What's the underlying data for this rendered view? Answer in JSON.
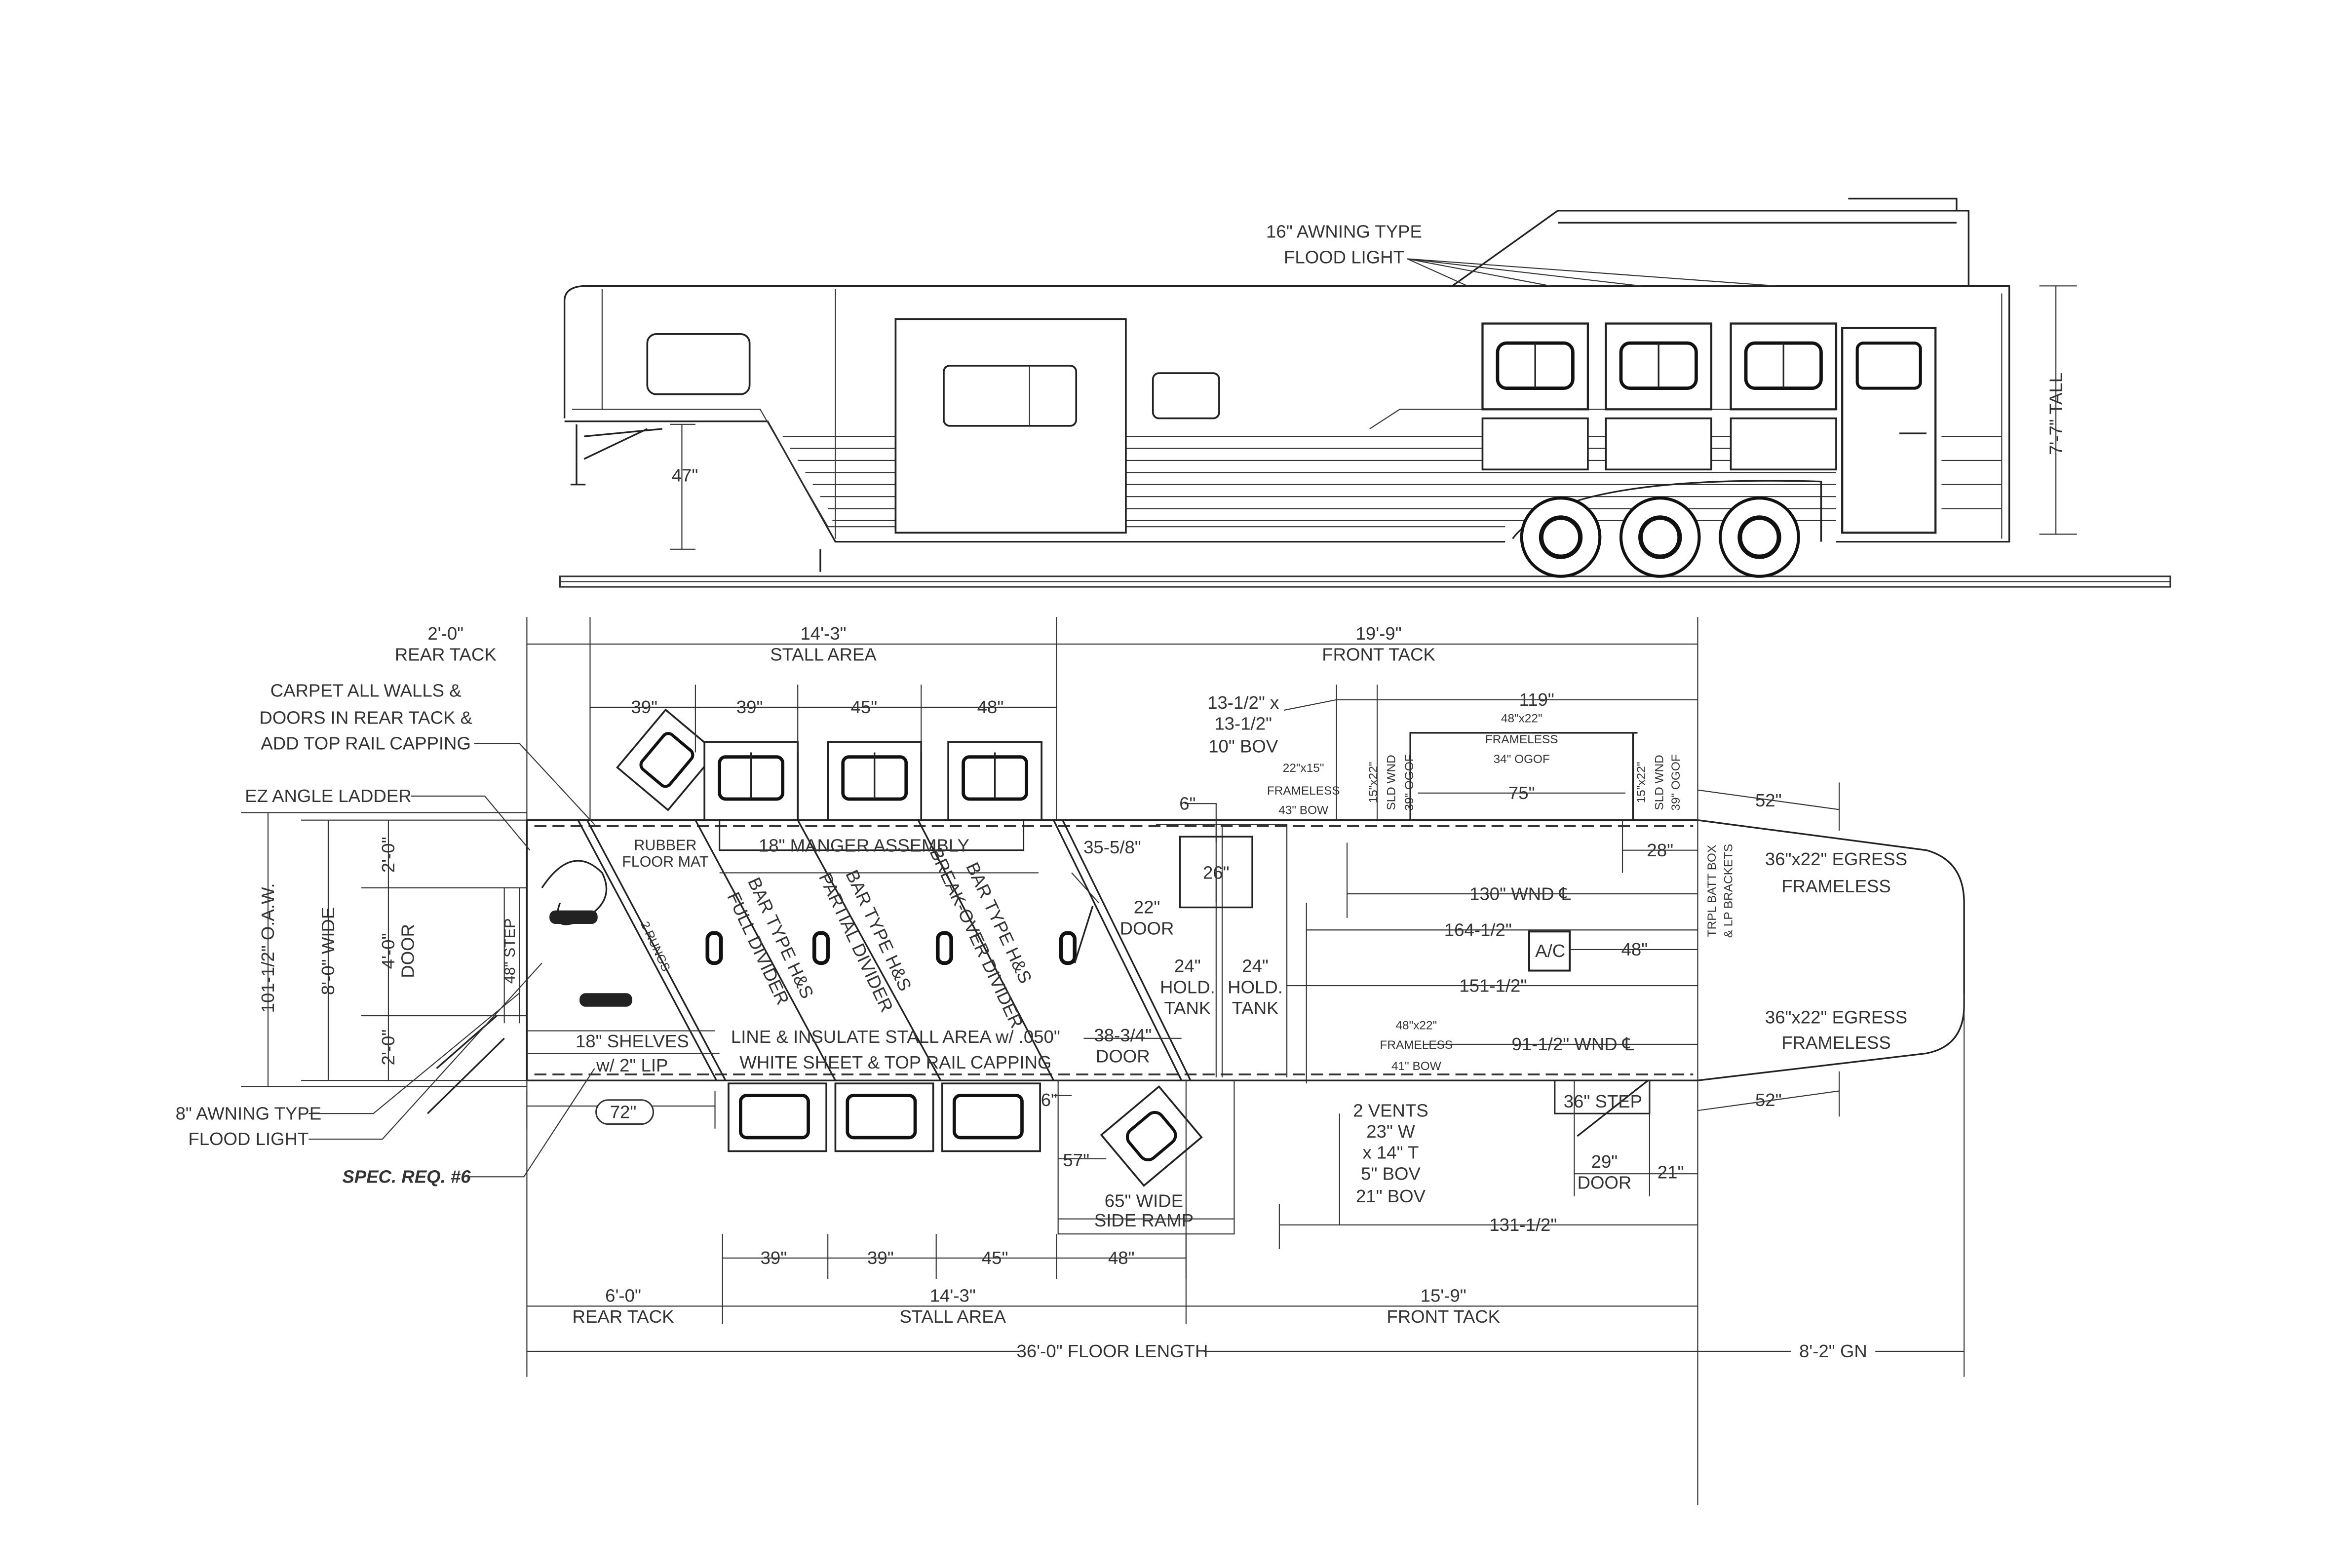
{
  "elevation": {
    "awning_light": [
      "16\" AWNING TYPE",
      "FLOOD LIGHT"
    ],
    "hitch_height": "47\"",
    "overall_height": "7'-7\" TALL"
  },
  "plan": {
    "top_sections": [
      {
        "size": "2'-0\"",
        "name": "REAR TACK"
      },
      {
        "size": "14'-3\"",
        "name": "STALL AREA"
      },
      {
        "size": "19'-9\"",
        "name": "FRONT TACK"
      }
    ],
    "top_stalls": [
      "39\"",
      "39\"",
      "45\"",
      "48\""
    ],
    "carpet_note": [
      "CARPET ALL WALLS &",
      "DOORS IN REAR TACK &",
      "ADD TOP RAIL CAPPING"
    ],
    "ladder": "EZ ANGLE LADDER",
    "rear_width": {
      "oaw": "101-1/2\" O.A.W.",
      "wide": "8'-0\" WIDE",
      "seg1": "2'-0\"",
      "door": [
        "4'-0\"",
        "DOOR"
      ],
      "seg2": "2'-0\"",
      "step": "48\" STEP"
    },
    "rubber_mat": [
      "RUBBER",
      "FLOOR MAT"
    ],
    "rungs": "2 RUNGS",
    "manger": "18\" MANGER ASSEMBLY",
    "dividers": [
      [
        "BAR TYPE H&S",
        "FULL DIVIDER"
      ],
      [
        "BAR TYPE H&S",
        "PARTIAL DIVIDER"
      ],
      [
        "BAR TYPE H&S",
        "BREAK-OVER DIVIDER"
      ]
    ],
    "shelves": [
      "18\" SHELVES",
      "w/ 2\" LIP"
    ],
    "line_insulate": [
      "LINE & INSULATE STALL AREA w/ .050\"",
      "WHITE SHEET & TOP RAIL CAPPING"
    ],
    "dim_72": "72\"",
    "dim_6_bottom": "6\"",
    "awning_8": [
      "8\" AWNING TYPE",
      "FLOOD LIGHT"
    ],
    "spec_req": "SPEC. REQ. #6",
    "door_35": "35-5/8\"",
    "door_22": [
      "22\"",
      "DOOR"
    ],
    "door_38": [
      "38-3/4\"",
      "DOOR"
    ],
    "dim_6_top": "6\"",
    "dim_26": "26\"",
    "tanks": [
      [
        "24\"",
        "HOLD.",
        "TANK"
      ],
      [
        "24\"",
        "HOLD.",
        "TANK"
      ]
    ],
    "roof_vent": [
      "13-1/2\" x",
      "13-1/2\"",
      "10\" BOV"
    ],
    "win_22x15": [
      "22\"x15\"",
      "FRAMELESS",
      "43\" BOW"
    ],
    "sld_left": [
      "15\"x22\"",
      "SLD WND",
      "39\" OGOF"
    ],
    "sld_right": [
      "15\"x22\"",
      "SLD WND",
      "39\" OGOF"
    ],
    "win_48x22_top": [
      "48\"x22\"",
      "FRAMELESS",
      "34\" OGOF"
    ],
    "dim_119": "119\"",
    "dim_75": "75\"",
    "dim_52_top": "52\"",
    "dim_28": "28\"",
    "egress_top": [
      "36\"x22\" EGRESS",
      "FRAMELESS"
    ],
    "egress_bottom": [
      "36\"x22\" EGRESS",
      "FRAMELESS"
    ],
    "batt_box": [
      "TRPL BATT BOX",
      "& LP BRACKETS"
    ],
    "wnd_130": "130\" WND ℄",
    "dim_164": "164-1/2\"",
    "ac": "A/C",
    "dim_48_ac": "48\"",
    "dim_151": "151-1/2\"",
    "win_48x22_bottom": [
      "48\"x22\"",
      "FRAMELESS",
      "41\" BOW"
    ],
    "wnd_91": "91-1/2\" WND ℄",
    "step_36": "36\" STEP",
    "dim_52_bottom": "52\"",
    "vents": [
      "2 VENTS",
      "23\" W",
      "x 14\" T",
      "5\" BOV",
      "21\" BOV"
    ],
    "dim_57": "57\"",
    "side_ramp": [
      "65\" WIDE",
      "SIDE RAMP"
    ],
    "door_29": [
      "29\"",
      "DOOR"
    ],
    "dim_21": "21\"",
    "dim_131": "131-1/2\"",
    "bottom_stalls": [
      "39\"",
      "39\"",
      "45\"",
      "48\""
    ],
    "bottom_sections": [
      {
        "size": "6'-0\"",
        "name": "REAR TACK"
      },
      {
        "size": "14'-3\"",
        "name": "STALL AREA"
      },
      {
        "size": "15'-9\"",
        "name": "FRONT TACK"
      }
    ],
    "floor_length": "36'-0\" FLOOR LENGTH",
    "gooseneck": "8'-2\" GN"
  }
}
